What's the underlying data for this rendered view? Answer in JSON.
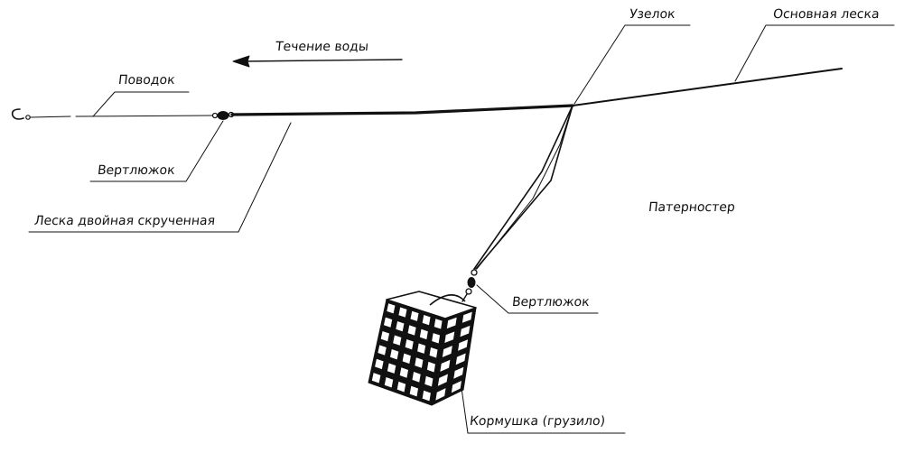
{
  "colors": {
    "ink": "#111111",
    "paper": "#ffffff"
  },
  "labels": {
    "leader": "Поводок",
    "water_flow": "Течение воды",
    "knot": "Узелок",
    "main_line": "Основная леска",
    "swivel_left": "Вертлюжок",
    "twisted_line": "Леска двойная скрученная",
    "paternoster": "Патерностер",
    "swivel_bottom": "Вертлюжок",
    "feeder": "Кормушка (грузило)"
  },
  "icons": {
    "hook": "hook-icon",
    "arrow": "arrow-left-icon",
    "swivel": "swivel-icon",
    "feeder": "feeder-cage-icon"
  }
}
